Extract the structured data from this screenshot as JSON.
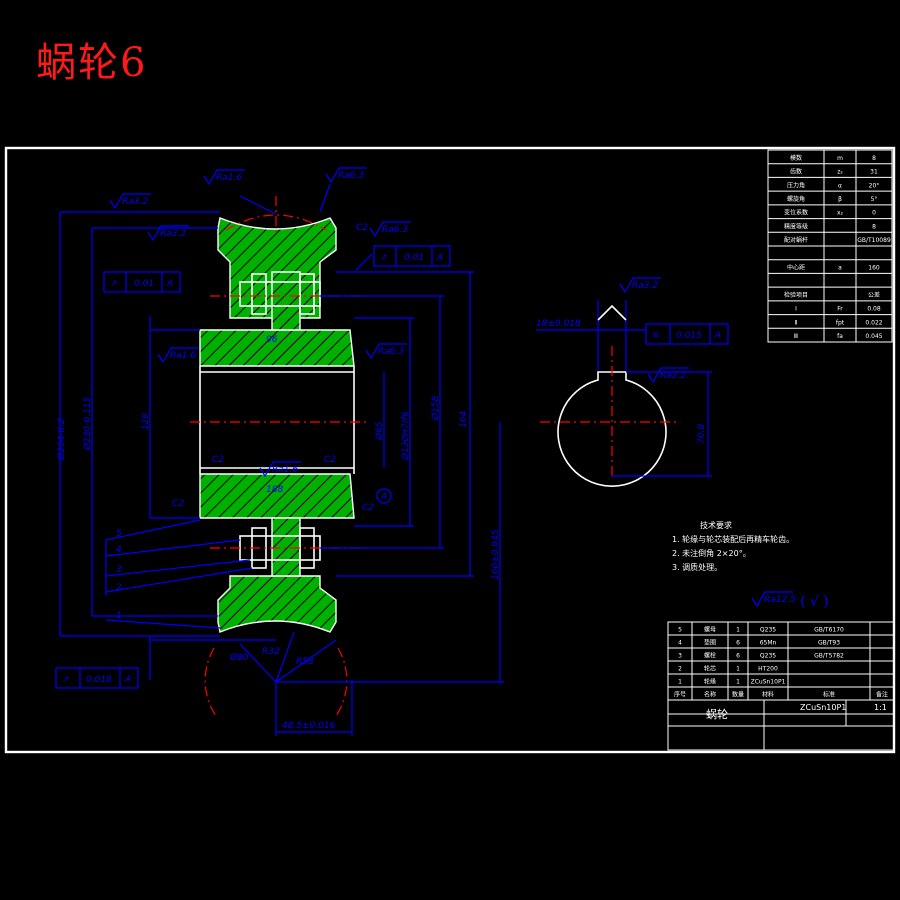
{
  "title": "蜗轮6",
  "colors": {
    "background": "#000000",
    "outline": "#ffffff",
    "dimension": "#0000ff",
    "centerline": "#ff0000",
    "section": "#00c000",
    "title": "#ff1a1a"
  },
  "dimensions": {
    "d_outer": "Ø264-0.2",
    "d_throat": "Ø230-0.115",
    "d_hub": "Ø158",
    "d_bore": "Ø130H7/f6",
    "d_seat": "Ø65",
    "len_120": "120",
    "len_164": "164",
    "len_70": "70",
    "half_center": "160±0.045",
    "face_width": "48.5±0.016",
    "r58": "R58",
    "d80": "Ø80",
    "r32": "R32",
    "key_width": "18±0.018",
    "key_depth": "70.8",
    "chamfer_c2": "C2",
    "w96": "96",
    "w188": "188",
    "datum": "A"
  },
  "roughness": [
    "Ra3.2",
    "Ra1.6",
    "Ra3.2",
    "Ra6.3",
    "Ra6.3",
    "Ra1.6",
    "Ra6.3",
    "Ra3.2",
    "Ra3.2",
    "Ra12.5"
  ],
  "tolerances": [
    {
      "symbol": "↗",
      "value": "0.01",
      "datum": "A"
    },
    {
      "symbol": "↗",
      "value": "0.01",
      "datum": "A"
    },
    {
      "symbol": "≡",
      "value": "0.015",
      "datum": "A"
    },
    {
      "symbol": "↗",
      "value": "0.018",
      "datum": "A"
    }
  ],
  "balloons": [
    "5",
    "4",
    "3",
    "2",
    "1"
  ],
  "final_roughness": "Ra12.5",
  "final_note": "( √ )",
  "parameter_table": {
    "rows": [
      [
        "模数",
        "m",
        "8"
      ],
      [
        "齿数",
        "z₂",
        "31"
      ],
      [
        "压力角",
        "α",
        "20°"
      ],
      [
        "螺旋角",
        "β",
        "5°"
      ],
      [
        "变位系数",
        "x₂",
        "0"
      ],
      [
        "精度等级",
        "",
        "8"
      ],
      [
        "配对蜗杆",
        "",
        "GB/T10089"
      ],
      [
        "",
        "",
        ""
      ],
      [
        "中心距",
        "a",
        "160"
      ],
      [
        "",
        "",
        ""
      ],
      [
        "检验项目",
        "",
        "公差"
      ],
      [
        "Ⅰ",
        "Fr",
        "0.08"
      ],
      [
        "Ⅱ",
        "fpt",
        "0.022"
      ],
      [
        "Ⅲ",
        "fa",
        "0.045"
      ]
    ]
  },
  "tech_req": {
    "heading": "技术要求",
    "items": [
      "1. 轮缘与轮芯装配后再精车轮齿。",
      "2. 未注倒角 2×20°。",
      "3. 调质处理。"
    ]
  },
  "parts_list": {
    "rows": [
      [
        "5",
        "螺母",
        "1",
        "Q235",
        "GB/T6170",
        ""
      ],
      [
        "4",
        "垫圈",
        "6",
        "65Mn",
        "GB/T93",
        ""
      ],
      [
        "3",
        "螺栓",
        "6",
        "Q235",
        "GB/T5782",
        ""
      ],
      [
        "2",
        "轮芯",
        "1",
        "HT200",
        "",
        ""
      ],
      [
        "1",
        "轮缘",
        "1",
        "ZCuSn10P1",
        "",
        ""
      ]
    ],
    "header": [
      "序号",
      "名称",
      "数量",
      "材料",
      "标准",
      "备注"
    ],
    "drawing_name": "蜗轮",
    "scale": "1:1"
  }
}
